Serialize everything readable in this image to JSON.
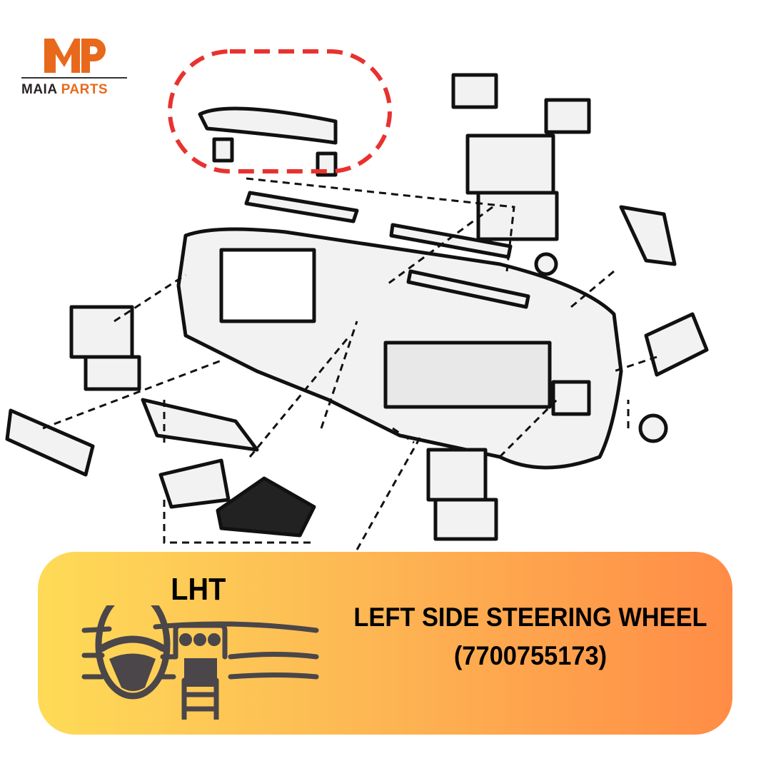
{
  "brand": {
    "mark": "MP",
    "name_part1": "MAIA",
    "name_part2": "PARTS",
    "primary_color": "#e8691c",
    "dark_color": "#2a2323"
  },
  "banner": {
    "region_code": "LHT",
    "title": "LEFT SIDE STEERING WHEEL",
    "part_number": "(7700755173)",
    "gradient_start": "#fedb57",
    "gradient_end": "#ff8c46"
  },
  "diagram": {
    "highlight_color": "#e8322f"
  }
}
